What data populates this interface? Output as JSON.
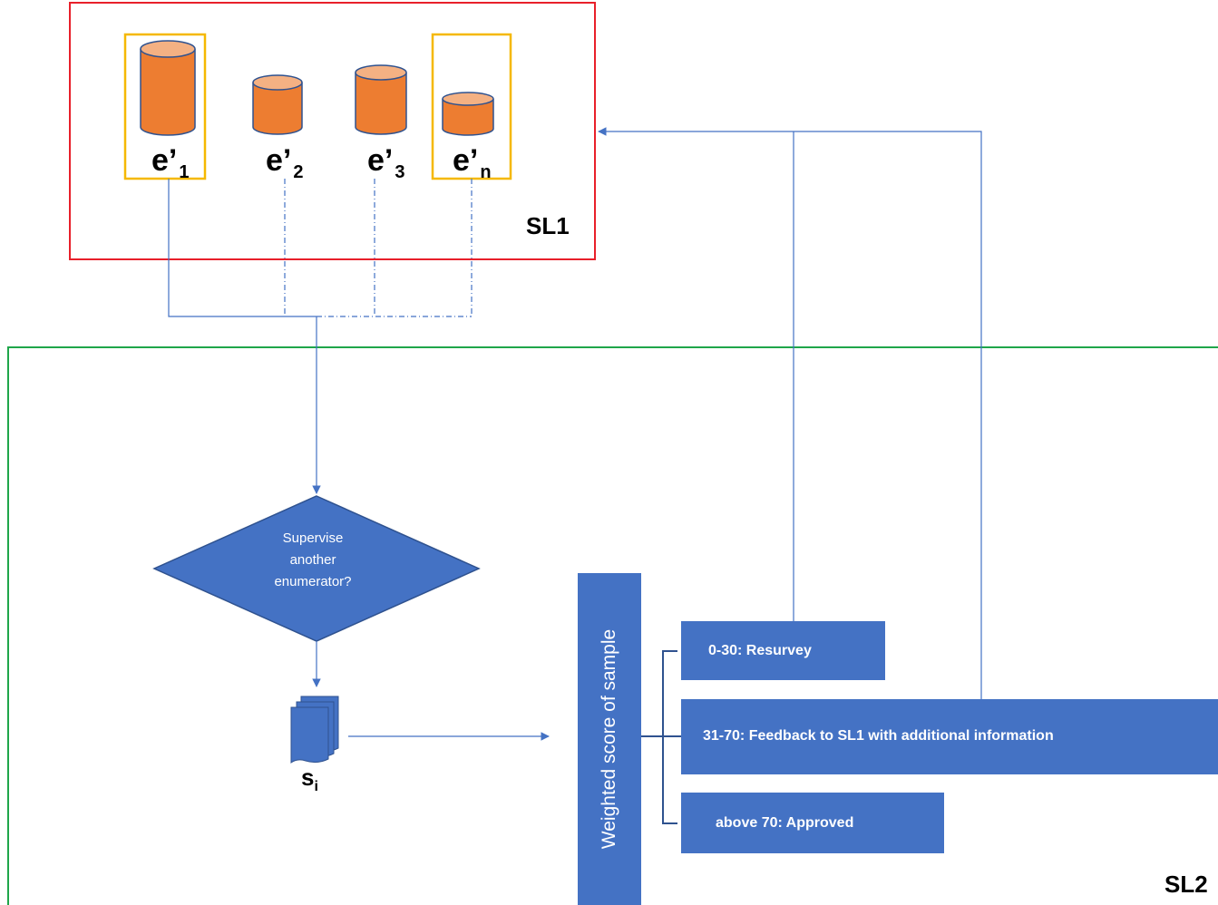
{
  "sl1": {
    "label": "SL1",
    "enumerators": [
      {
        "name": "e’",
        "sub": "1"
      },
      {
        "name": "e’",
        "sub": "2"
      },
      {
        "name": "e’",
        "sub": "3"
      },
      {
        "name": "e’",
        "sub": "n"
      }
    ]
  },
  "sl2": {
    "label": "SL2",
    "decision": [
      "Supervise",
      "another",
      "enumerator?"
    ],
    "sample": {
      "name": "s",
      "sub": "i"
    },
    "score_label": "Weighted score of sample",
    "outcomes": [
      "0-30: Resurvey",
      "31-70: Feedback  to SL1 with additional information",
      "above 70: Approved"
    ]
  },
  "colors": {
    "sl1_border": "#e8202a",
    "sl2_border": "#1fa64a",
    "highlight": "#f5b800",
    "cylinder": "#ed7d31",
    "cylinder_top": "#f4b183",
    "node": "#4472c4",
    "line": "#4472c4"
  }
}
